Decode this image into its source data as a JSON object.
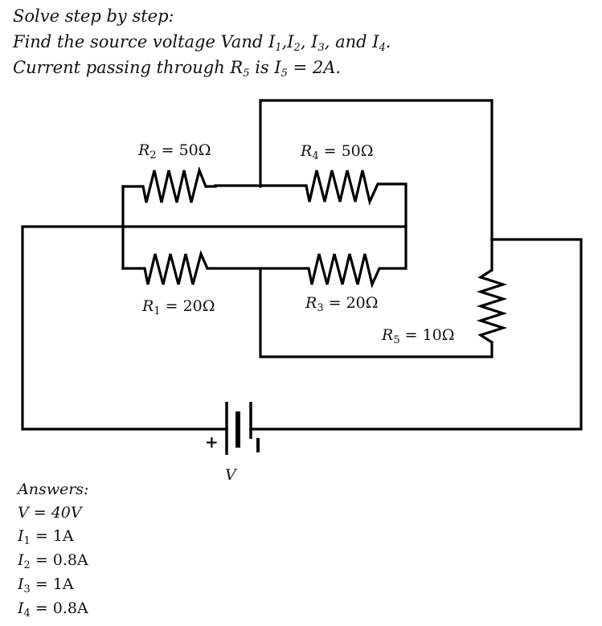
{
  "problem": {
    "line1": "Solve step by step:",
    "line2_prefix": "Find the source voltage Vand I",
    "line2_sep1": ",I",
    "line2_sep2": ", I",
    "line2_sep3": ", and I",
    "line2_end": ".",
    "line3_prefix": "Current passing through R",
    "line3_mid": " is  I",
    "line3_end": " = 2A.",
    "sub1": "1",
    "sub2": "2",
    "sub3": "3",
    "sub4": "4",
    "sub5": "5"
  },
  "labels": {
    "r2": "R",
    "r2_sub": "2",
    "r2_val": " = 50Ω",
    "r4": "R",
    "r4_sub": "4",
    "r4_val": " = 50Ω",
    "r1": "R",
    "r1_sub": "1",
    "r1_val": " = 20Ω",
    "r3": "R",
    "r3_sub": "3",
    "r3_val": " = 20Ω",
    "r5": "R",
    "r5_sub": "5",
    "r5_val": " = 10Ω",
    "source": "V",
    "plus": "+"
  },
  "answers": {
    "heading": "Answers:",
    "v": "V = 40V",
    "i1_sym": "I",
    "i1_sub": "1",
    "i1_val": " = 1A",
    "i2_sym": "I",
    "i2_sub": "2",
    "i2_val": " = 0.8A",
    "i3_sym": "I",
    "i3_sub": "3",
    "i3_val": " = 1A",
    "i4_sym": "I",
    "i4_sub": "4",
    "i4_val": " = 0.8A"
  }
}
